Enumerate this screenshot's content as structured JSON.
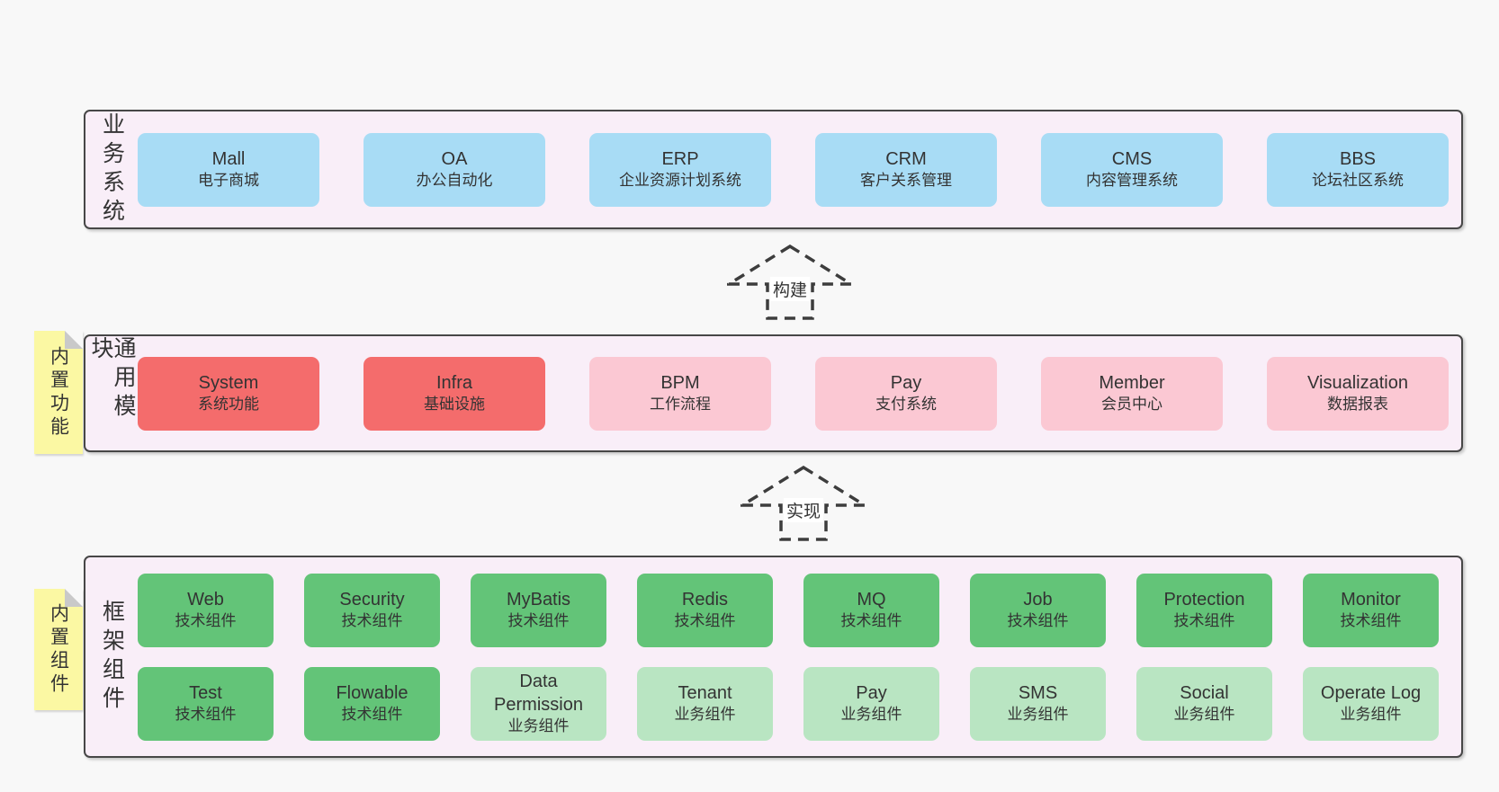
{
  "colors": {
    "blue": "#a8dcf5",
    "red": "#f46c6c",
    "pink": "#fbc8d3",
    "green": "#63c478",
    "green_light": "#b9e5c2",
    "panel_bg": "#f9eef8",
    "sticky_bg": "#fbf8a3",
    "page_bg": "#f8f8f8"
  },
  "arrows": [
    {
      "label": "构建"
    },
    {
      "label": "实现"
    }
  ],
  "sections": [
    {
      "key": "business-systems",
      "side_label": "业务系统",
      "sticky_label": null,
      "rows": [
        [
          {
            "title": "Mall",
            "subtitle": "电子商城",
            "color": "blue"
          },
          {
            "title": "OA",
            "subtitle": "办公自动化",
            "color": "blue"
          },
          {
            "title": "ERP",
            "subtitle": "企业资源计划系统",
            "color": "blue"
          },
          {
            "title": "CRM",
            "subtitle": "客户关系管理",
            "color": "blue"
          },
          {
            "title": "CMS",
            "subtitle": "内容管理系统",
            "color": "blue"
          },
          {
            "title": "BBS",
            "subtitle": "论坛社区系统",
            "color": "blue"
          }
        ]
      ]
    },
    {
      "key": "common-modules",
      "side_label": "通用模块",
      "sticky_label": "内置功能",
      "rows": [
        [
          {
            "title": "System",
            "subtitle": "系统功能",
            "color": "red"
          },
          {
            "title": "Infra",
            "subtitle": "基础设施",
            "color": "red"
          },
          {
            "title": "BPM",
            "subtitle": "工作流程",
            "color": "pink"
          },
          {
            "title": "Pay",
            "subtitle": "支付系统",
            "color": "pink"
          },
          {
            "title": "Member",
            "subtitle": "会员中心",
            "color": "pink"
          },
          {
            "title": "Visualization",
            "subtitle": "数据报表",
            "color": "pink"
          }
        ]
      ]
    },
    {
      "key": "framework-components",
      "side_label": "框架组件",
      "sticky_label": "内置组件",
      "rows": [
        [
          {
            "title": "Web",
            "subtitle": "技术组件",
            "color": "green"
          },
          {
            "title": "Security",
            "subtitle": "技术组件",
            "color": "green"
          },
          {
            "title": "MyBatis",
            "subtitle": "技术组件",
            "color": "green"
          },
          {
            "title": "Redis",
            "subtitle": "技术组件",
            "color": "green"
          },
          {
            "title": "MQ",
            "subtitle": "技术组件",
            "color": "green"
          },
          {
            "title": "Job",
            "subtitle": "技术组件",
            "color": "green"
          },
          {
            "title": "Protection",
            "subtitle": "技术组件",
            "color": "green"
          },
          {
            "title": "Monitor",
            "subtitle": "技术组件",
            "color": "green"
          }
        ],
        [
          {
            "title": "Test",
            "subtitle": "技术组件",
            "color": "green"
          },
          {
            "title": "Flowable",
            "subtitle": "技术组件",
            "color": "green"
          },
          {
            "title": "Data Permission",
            "subtitle": "业务组件",
            "color": "green_light"
          },
          {
            "title": "Tenant",
            "subtitle": "业务组件",
            "color": "green_light"
          },
          {
            "title": "Pay",
            "subtitle": "业务组件",
            "color": "green_light"
          },
          {
            "title": "SMS",
            "subtitle": "业务组件",
            "color": "green_light"
          },
          {
            "title": "Social",
            "subtitle": "业务组件",
            "color": "green_light"
          },
          {
            "title": "Operate Log",
            "subtitle": "业务组件",
            "color": "green_light"
          }
        ]
      ]
    }
  ]
}
